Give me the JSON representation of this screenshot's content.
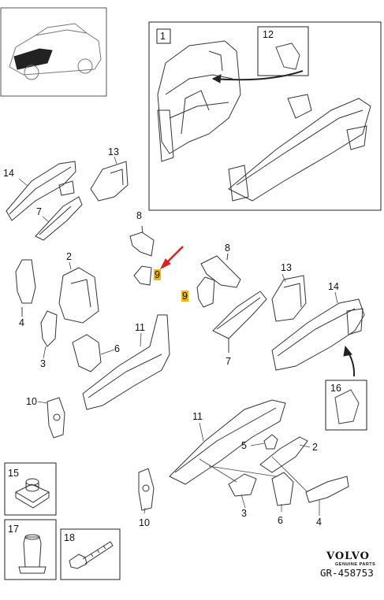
{
  "parts": {
    "1": "1",
    "2": "2",
    "3": "3",
    "4": "4",
    "5": "5",
    "6": "6",
    "7": "7",
    "8": "8",
    "9": "9",
    "10": "10",
    "11": "11",
    "12": "12",
    "13": "13",
    "14": "14",
    "15": "15",
    "16": "16",
    "17": "17",
    "18": "18"
  },
  "highlight": {
    "part": "9",
    "color": "#f5b400"
  },
  "arrow_color": "#e02020",
  "brand": {
    "name": "VOLVO",
    "subtitle": "GENUINE PARTS"
  },
  "diagram_code": "GR-458753"
}
